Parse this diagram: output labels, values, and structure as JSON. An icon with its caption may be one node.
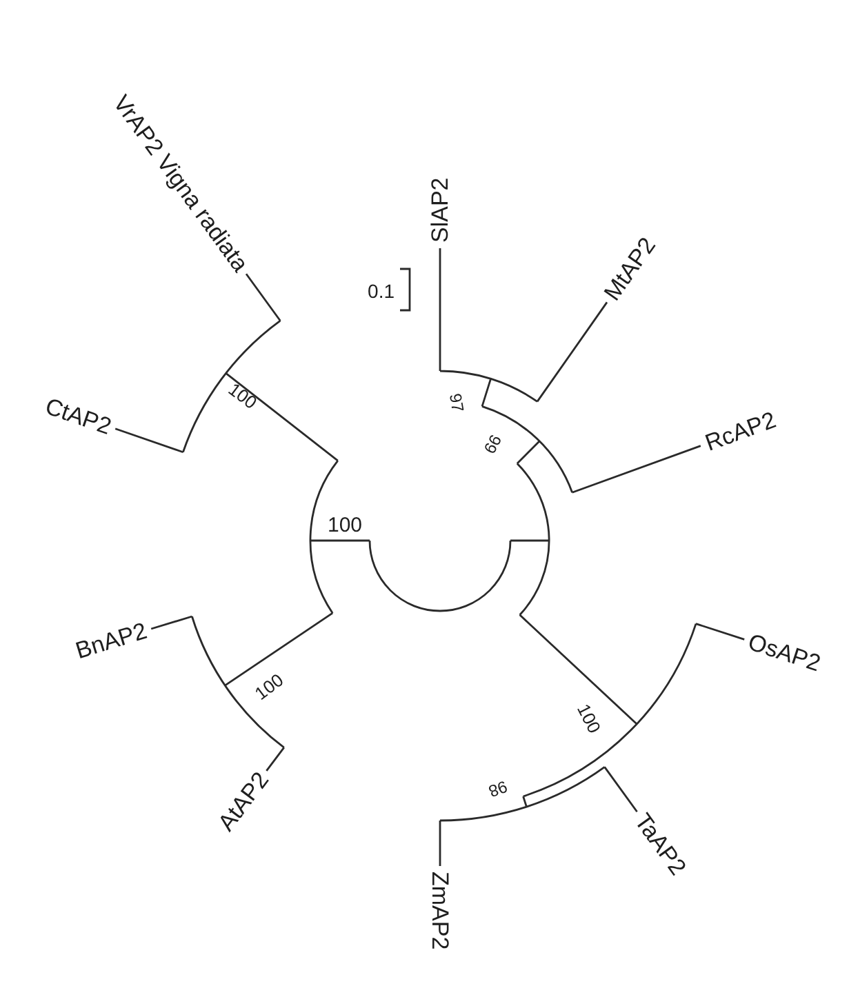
{
  "diagram": {
    "labels": [
      "VrAP2 Vigna radiata",
      "SlAP2",
      "0.1",
      "MtAP2",
      "CtAP2",
      "100",
      "97",
      "99",
      "RcAP2",
      "100",
      "BnAP2",
      "OsAP2",
      "100",
      "100",
      "98",
      "TaAP2",
      "AtAP2",
      "ZmAP2"
    ]
  }
}
